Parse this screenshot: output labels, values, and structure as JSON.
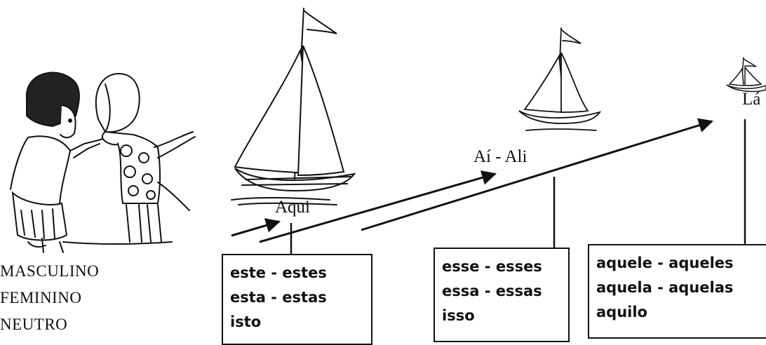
{
  "places": {
    "aqui": "Aqui",
    "ai_ali": "Aí - Ali",
    "la": "Lá"
  },
  "genders": [
    "MASCULINO",
    "FEMININO",
    "NEUTRO"
  ],
  "boxes": {
    "aqui": [
      "este - estes",
      "esta - estas",
      "isto"
    ],
    "ali": [
      "esse - esses",
      "essa - essas",
      "isso"
    ],
    "la": [
      "aquele - aqueles",
      "aquela - aquelas",
      "aquilo"
    ]
  }
}
